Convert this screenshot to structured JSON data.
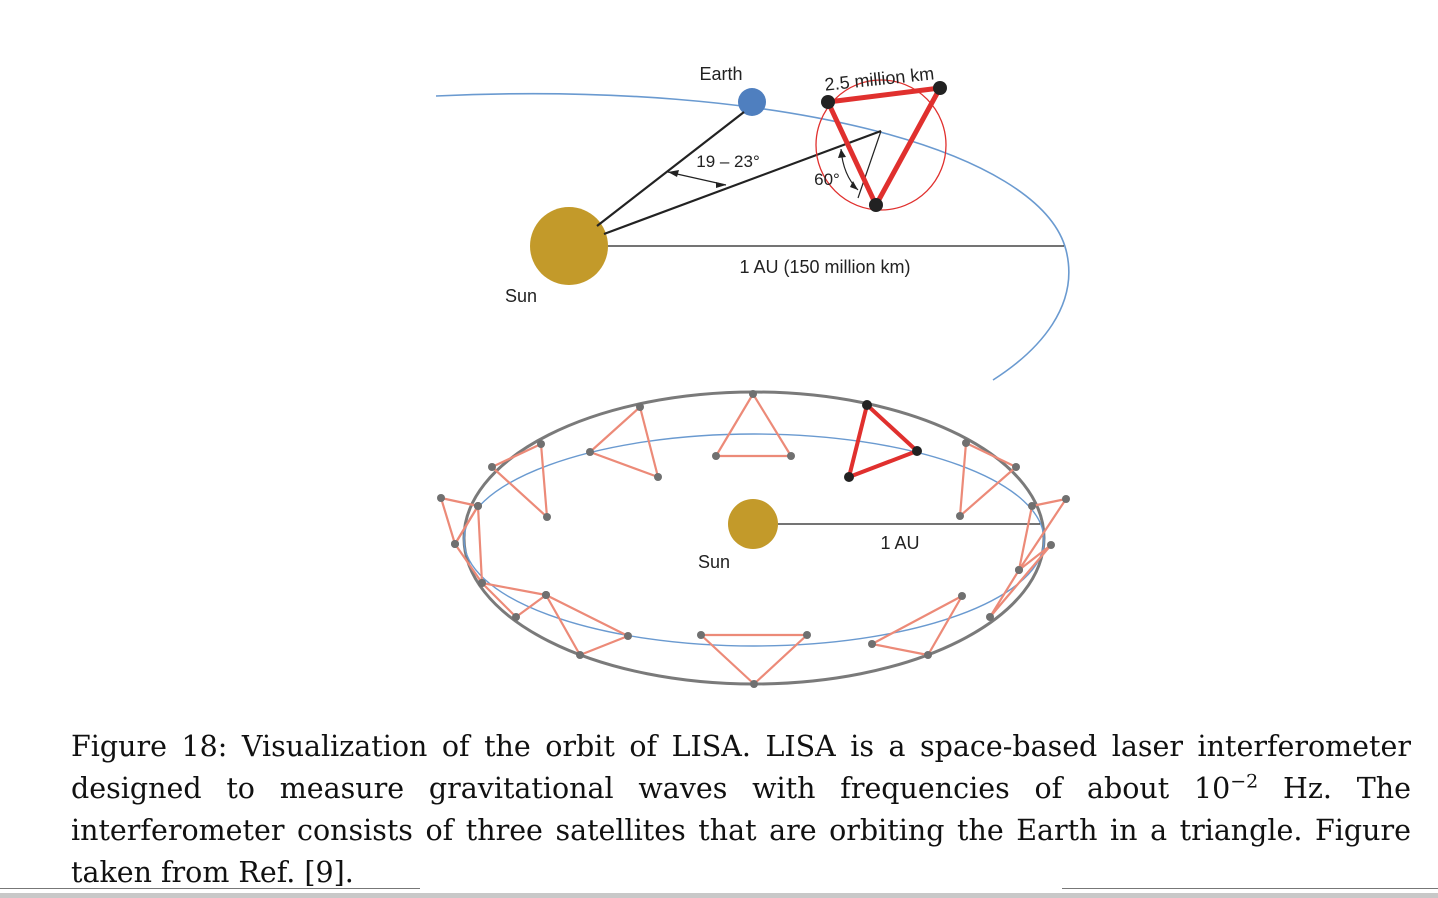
{
  "top_view": {
    "earth_label": "Earth",
    "sun_label": "Sun",
    "arm_length_label": "2.5 million km",
    "angle_label": "19 – 23°",
    "triangle_angle_label": "60°",
    "distance_label": "1 AU (150 million km)"
  },
  "orbit_view": {
    "sun_label": "Sun",
    "distance_label": "1 AU"
  },
  "caption": {
    "prefix": "Figure 18: Visualization of the orbit of LISA. LISA is a space-based laser interferometer designed to measure gravitational waves with frequencies of about 10",
    "exponent": "−2",
    "suffix": " Hz. The interferometer consists of three satellites that are orbiting the Earth in a triangle. Figure taken from Ref. [9]."
  },
  "colors": {
    "sun": "#c39a2a",
    "earth": "#4f7fbf",
    "orbit": "#6a9ad0",
    "laser": "#e0302e",
    "laser_light": "#ec8a78",
    "satellite": "#222222",
    "satellite_light": "#707070",
    "outer_orbit": "#7a7a7a"
  }
}
